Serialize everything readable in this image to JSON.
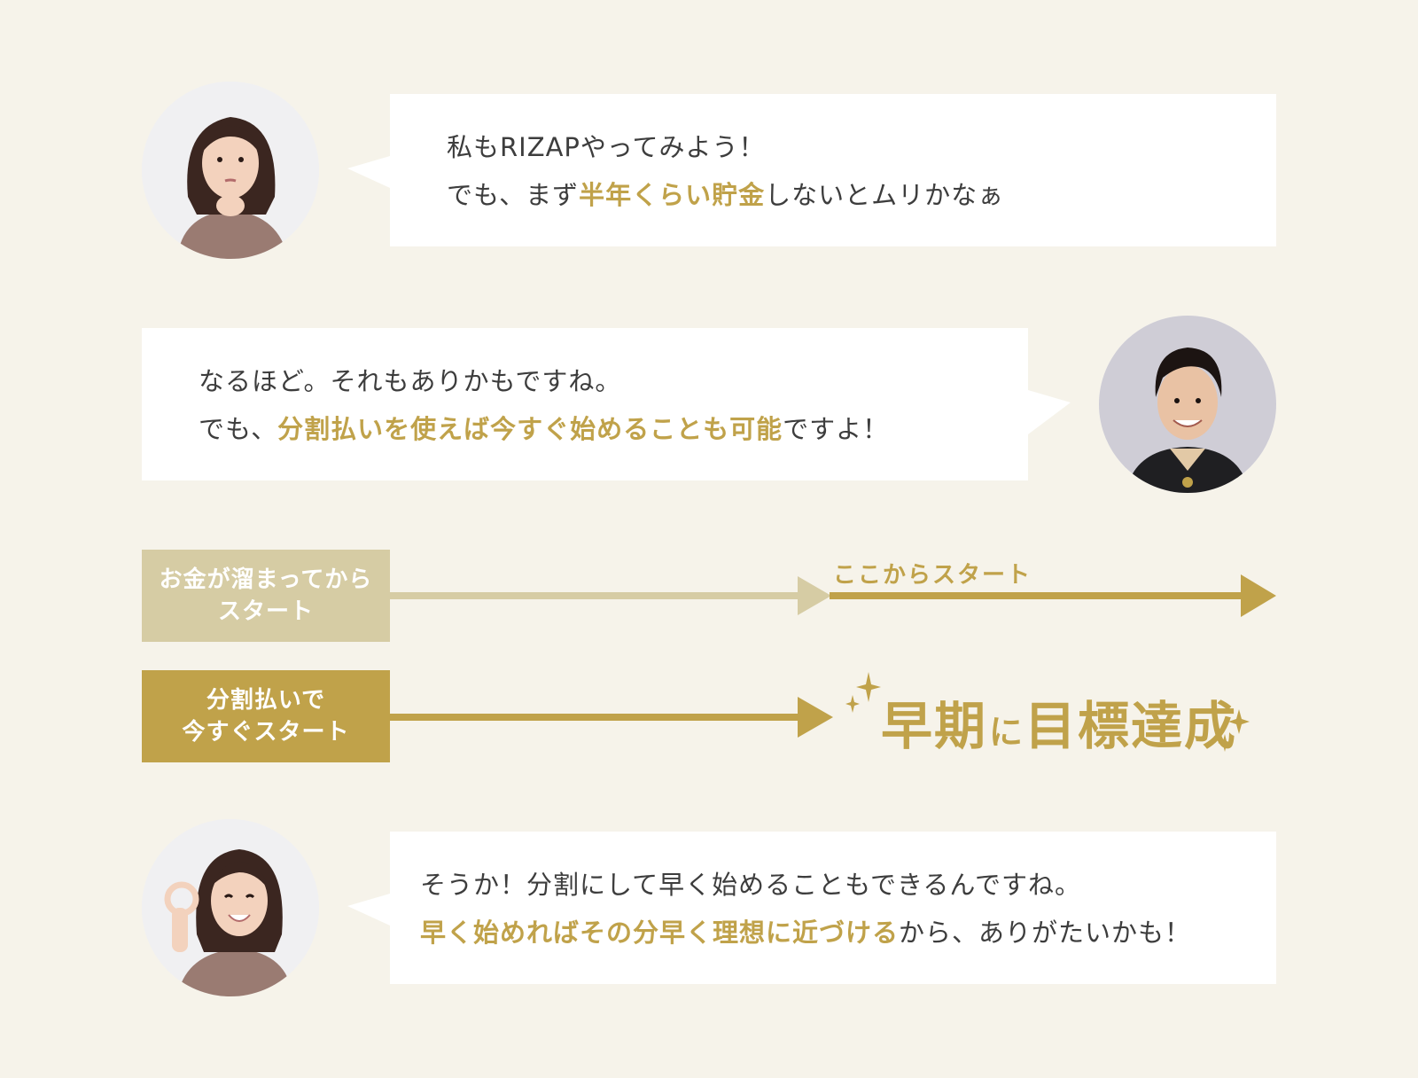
{
  "colors": {
    "background": "#f6f3ea",
    "accent_gold": "#c0a24a",
    "light_gold": "#d6cca4",
    "bubble": "#ffffff",
    "text": "#3d3d3d"
  },
  "conversation": [
    {
      "speaker": "woman-thinking",
      "line1": "私もRIZAPやってみよう！",
      "line2_pre": "でも、まず",
      "line2_hl": "半年くらい貯金",
      "line2_post": "しないとムリかなぁ"
    },
    {
      "speaker": "trainer",
      "line1": "なるほど。それもありかもですね。",
      "line2_pre": "でも、",
      "line2_hl": "分割払いを使えば今すぐ始めることも可能",
      "line2_post": "ですよ！"
    },
    {
      "speaker": "woman-ok",
      "line1": "そうか！分割にして早く始めることもできるんですね。",
      "line2_hl": "早く始めればその分早く理想に近づける",
      "line2_post": "から、ありがたいかも！"
    }
  ],
  "timeline": {
    "save_first": {
      "line1": "お金が溜まってから",
      "line2": "スタート"
    },
    "start_here": "ここからスタート",
    "installment": {
      "line1": "分割払いで",
      "line2": "今すぐスタート"
    },
    "goal": {
      "part1": "早期",
      "part2": "に",
      "part3": "目標達成"
    }
  }
}
